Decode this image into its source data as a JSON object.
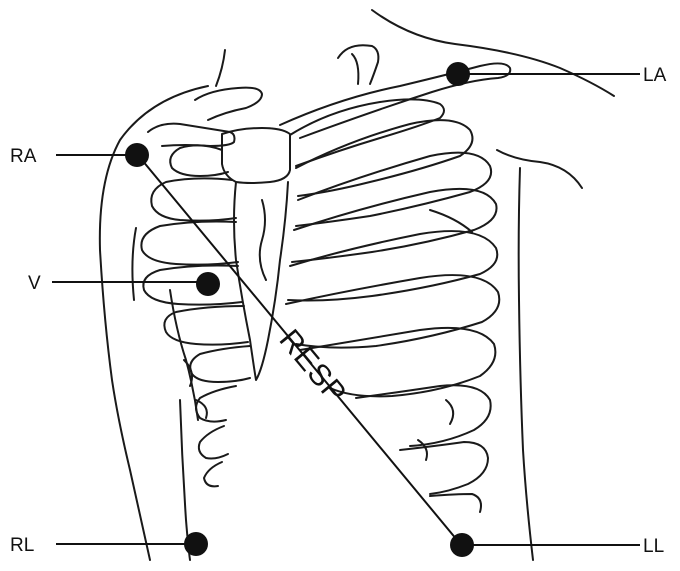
{
  "diagram": {
    "electrodes": [
      {
        "id": "la",
        "label": "LA"
      },
      {
        "id": "ra",
        "label": "RA"
      },
      {
        "id": "v",
        "label": "V"
      },
      {
        "id": "rl",
        "label": "RL"
      },
      {
        "id": "ll",
        "label": "LL"
      }
    ],
    "resp_label": "RESP",
    "colors": {
      "ink": "#111111",
      "background": "#ffffff"
    }
  }
}
